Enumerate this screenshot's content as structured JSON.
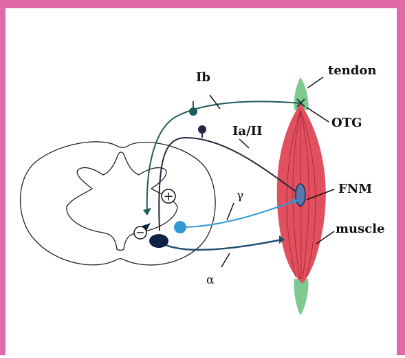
{
  "colors": {
    "frame": "#e06aa8",
    "muscle": "#e0505f",
    "muscle_fiber": "#b22a3a",
    "tendon": "#7dc98f",
    "ib_fiber": "#1f5b5b",
    "ia_fiber": "#2a2440",
    "gamma_fiber": "#2f9ad6",
    "alpha_fiber": "#1f4e6e",
    "cord_outline": "#222222"
  },
  "labels": {
    "ib": "Ib",
    "ia_ii": "Ia/II",
    "gamma": "γ",
    "alpha": "α",
    "tendon": "tendon",
    "otg": "OTG",
    "fnm": "FNM",
    "muscle": "muscle",
    "excitatory": "+",
    "inhibitory": "−"
  },
  "icons": {
    "excitatory": "plus-circle-icon",
    "inhibitory": "minus-circle-icon"
  }
}
